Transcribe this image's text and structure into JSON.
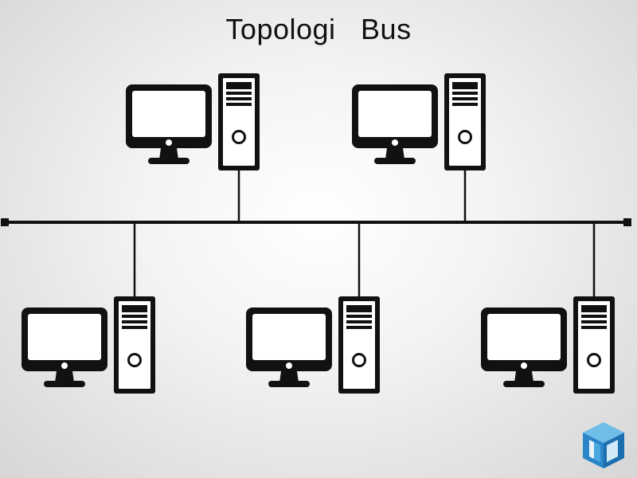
{
  "title": "Topologi   Bus",
  "colors": {
    "ink": "#111111",
    "screen": "#ffffff",
    "logo_light": "#4aa8e0",
    "logo_dark": "#1c6fae"
  },
  "icons": {
    "computer": "desktop-computer-icon",
    "logo": "cube-logo-icon"
  },
  "nodes": [
    {
      "id": "pc-1",
      "side": "top"
    },
    {
      "id": "pc-2",
      "side": "top"
    },
    {
      "id": "pc-3",
      "side": "bottom"
    },
    {
      "id": "pc-4",
      "side": "bottom"
    },
    {
      "id": "pc-5",
      "side": "bottom"
    }
  ]
}
